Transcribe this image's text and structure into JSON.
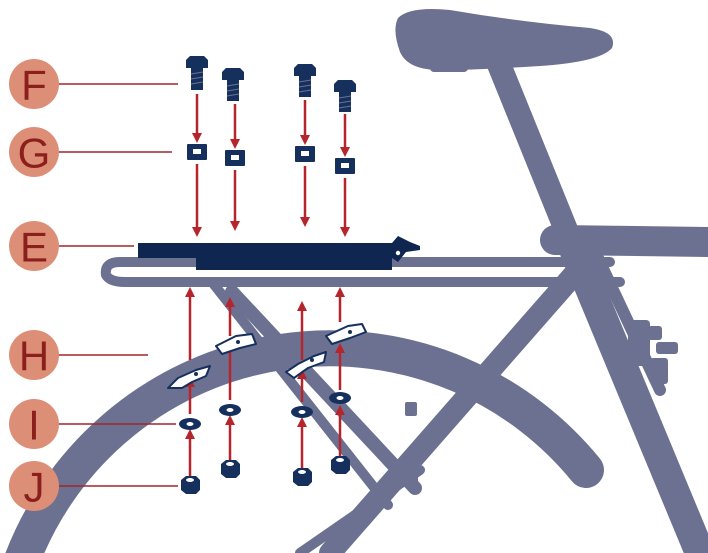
{
  "colors": {
    "bike": "#6c7191",
    "rack_bar": "#0f2650",
    "hardware": "#16305e",
    "arrow": "#b5252c",
    "callout_fill": "#dd8e76",
    "callout_text": "#8a1f1c",
    "leader": "#a0262a"
  },
  "callouts": [
    {
      "id": "F",
      "label": "F",
      "part": "bolt"
    },
    {
      "id": "G",
      "label": "G",
      "part": "square-nut"
    },
    {
      "id": "E",
      "label": "E",
      "part": "mounting-plate"
    },
    {
      "id": "H",
      "label": "H",
      "part": "bracket-clip"
    },
    {
      "id": "I",
      "label": "I",
      "part": "washer"
    },
    {
      "id": "J",
      "label": "J",
      "part": "hex-nut"
    }
  ]
}
